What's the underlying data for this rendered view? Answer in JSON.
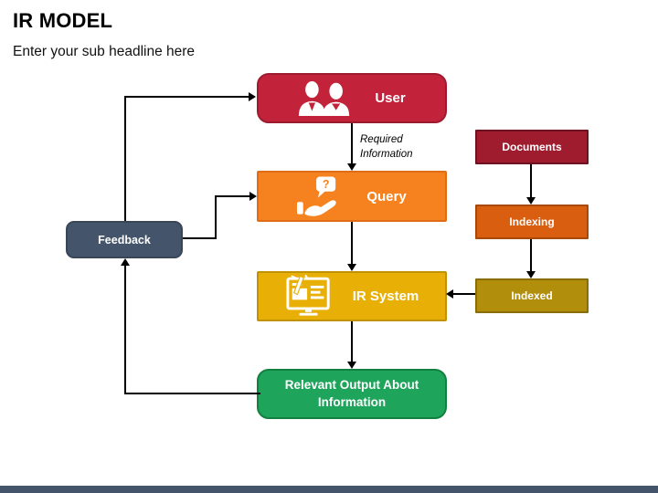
{
  "header": {
    "title": "IR MODEL",
    "subtitle": "Enter your sub headline here"
  },
  "diagram": {
    "nodes": {
      "user": {
        "label": "User",
        "icon": "users-icon",
        "fill": "#C2233B",
        "border": "#9E1B2F"
      },
      "query": {
        "label": "Query",
        "icon": "hand-question-icon",
        "fill": "#F5821E",
        "border": "#DD6E17"
      },
      "ir_system": {
        "label": "IR System",
        "icon": "monitor-edit-icon",
        "fill": "#E8B007",
        "border": "#C09203"
      },
      "output": {
        "label": "Relevant Output About Information",
        "fill": "#1FA45B",
        "border": "#12813F"
      },
      "feedback": {
        "label": "Feedback",
        "fill": "#44546A",
        "border": "#39465A"
      },
      "documents": {
        "label": "Documents",
        "fill": "#9F1B2E",
        "border": "#6E1120"
      },
      "indexing": {
        "label": "Indexing",
        "fill": "#D95E0F",
        "border": "#A8490C"
      },
      "indexed": {
        "label": "Indexed",
        "fill": "#B28E0D",
        "border": "#8A6D09"
      }
    },
    "edges": [
      {
        "from": "feedback",
        "to": "user"
      },
      {
        "from": "user",
        "to": "query",
        "label": "Required Information"
      },
      {
        "from": "feedback",
        "to": "query"
      },
      {
        "from": "query",
        "to": "ir_system"
      },
      {
        "from": "ir_system",
        "to": "output"
      },
      {
        "from": "output",
        "to": "feedback"
      },
      {
        "from": "documents",
        "to": "indexing"
      },
      {
        "from": "indexing",
        "to": "indexed"
      },
      {
        "from": "indexed",
        "to": "ir_system"
      }
    ],
    "edge_label": {
      "required_information": "Required Information"
    }
  },
  "footer": {
    "bar_color": "#44546A"
  }
}
